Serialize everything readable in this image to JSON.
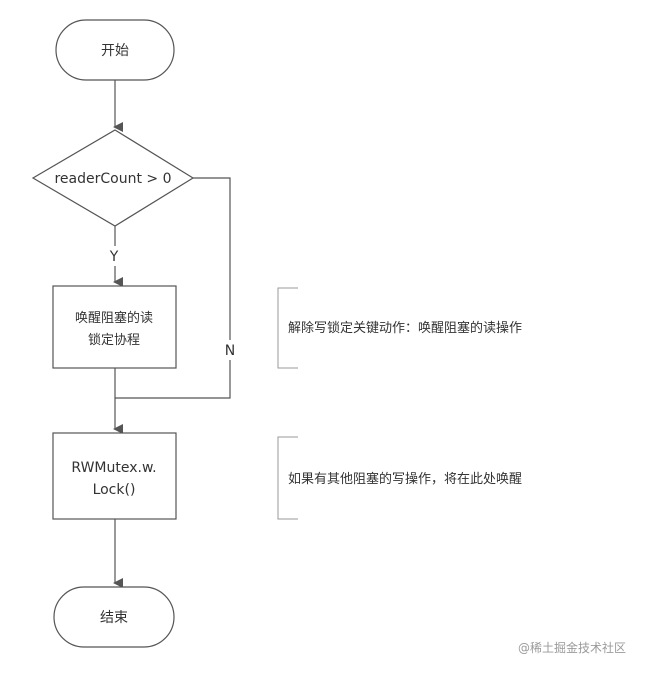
{
  "flowchart": {
    "start_label": "开始",
    "decision_label": "readerCount > 0",
    "yes_label": "Y",
    "no_label": "N",
    "process1_line1": "唤醒阻塞的读",
    "process1_line2": "锁定协程",
    "process2_line1": "RWMutex.w.",
    "process2_line2": "Lock()",
    "end_label": "结束"
  },
  "annotations": {
    "note1": "解除写锁定关键动作：唤醒阻塞的读操作",
    "note2": "如果有其他阻塞的写操作，将在此处唤醒"
  },
  "watermark": "@稀土掘金技术社区",
  "colors": {
    "line": "#555555",
    "shape_stroke": "#555555",
    "shape_fill": "#ffffff",
    "bracket": "#999999",
    "text": "#333333"
  }
}
